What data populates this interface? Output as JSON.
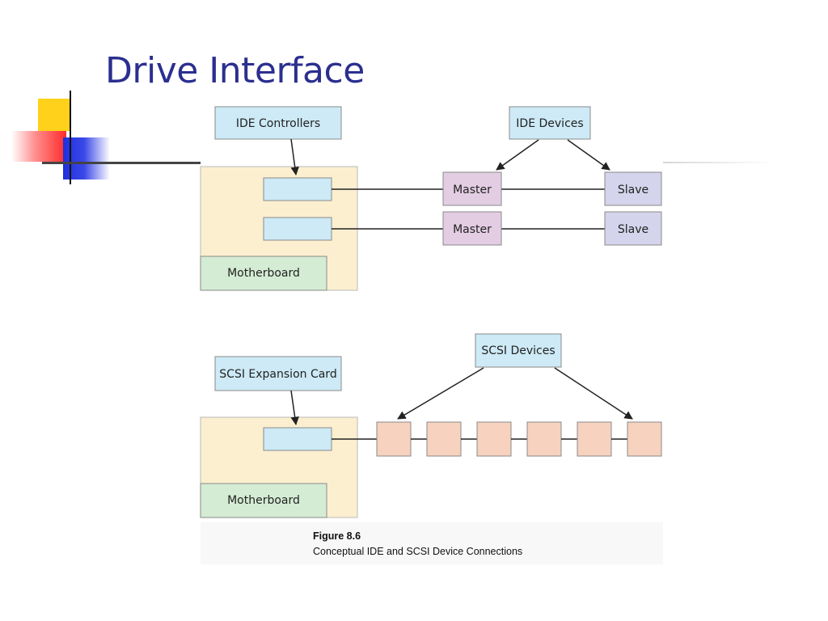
{
  "slide": {
    "title": "Drive Interface"
  },
  "ide": {
    "controllers_label": "IDE Controllers",
    "devices_label": "IDE Devices",
    "motherboard_label": "Motherboard",
    "channels": [
      {
        "master": "Master",
        "slave": "Slave"
      },
      {
        "master": "Master",
        "slave": "Slave"
      }
    ]
  },
  "scsi": {
    "card_label": "SCSI Expansion Card",
    "devices_label": "SCSI Devices",
    "motherboard_label": "Motherboard",
    "device_count": 6
  },
  "caption": {
    "figure": "Figure 8.6",
    "text": "Conceptual IDE and SCSI Device Connections"
  },
  "colors": {
    "title": "#2b2f8f",
    "label_box": "#cdeaf6",
    "motherboard_area": "#fcefcf",
    "motherboard_label_box": "#d4ecd4",
    "slot": "#cdeaf6",
    "master": "#e3cde3",
    "slave": "#d4d4ec",
    "scsi_device": "#f6d2bf",
    "deco_yellow": "#ffd11a",
    "deco_red": "#ff3b3b",
    "deco_blue": "#1f2fdc"
  }
}
